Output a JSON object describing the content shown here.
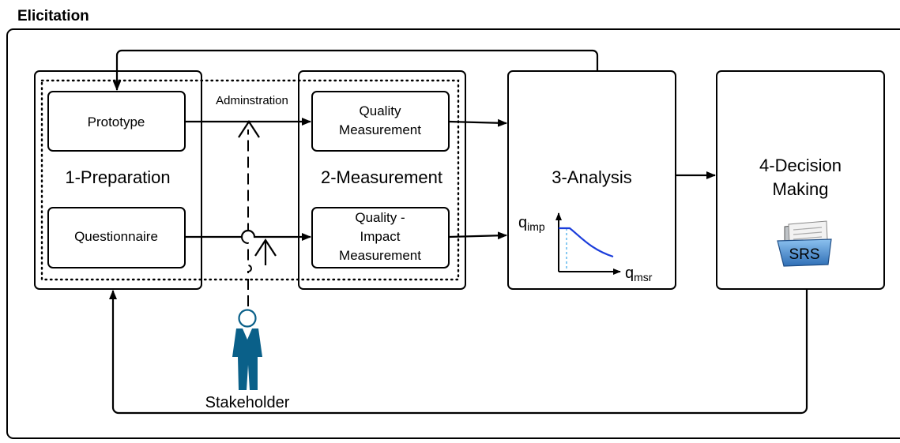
{
  "title": "Elicitation",
  "phases": {
    "preparation": {
      "label": "1-Preparation",
      "items": {
        "prototype": "Prototype",
        "questionnaire": "Questionnaire"
      }
    },
    "measurement": {
      "label": "2-Measurement",
      "quality_measurement": [
        "Quality",
        "Measurement"
      ],
      "impact_measurement": [
        "Quality -",
        "Impact",
        "Measurement"
      ]
    },
    "analysis": {
      "label": "3-Analysis",
      "curve_y_label": {
        "base": "q",
        "sub": "imp"
      },
      "curve_x_label": {
        "base": "q",
        "sub": "msr"
      }
    },
    "decision": {
      "label": [
        "4-Decision",
        "Making"
      ],
      "document_label": "SRS"
    }
  },
  "administration_label": "Adminstration",
  "actor_label": "Stakeholder",
  "colors": {
    "actor": "#0a6089",
    "curve": "#1b3ddb",
    "curve_guide": "#3aa7e8",
    "folder": "#4a8fd0"
  }
}
